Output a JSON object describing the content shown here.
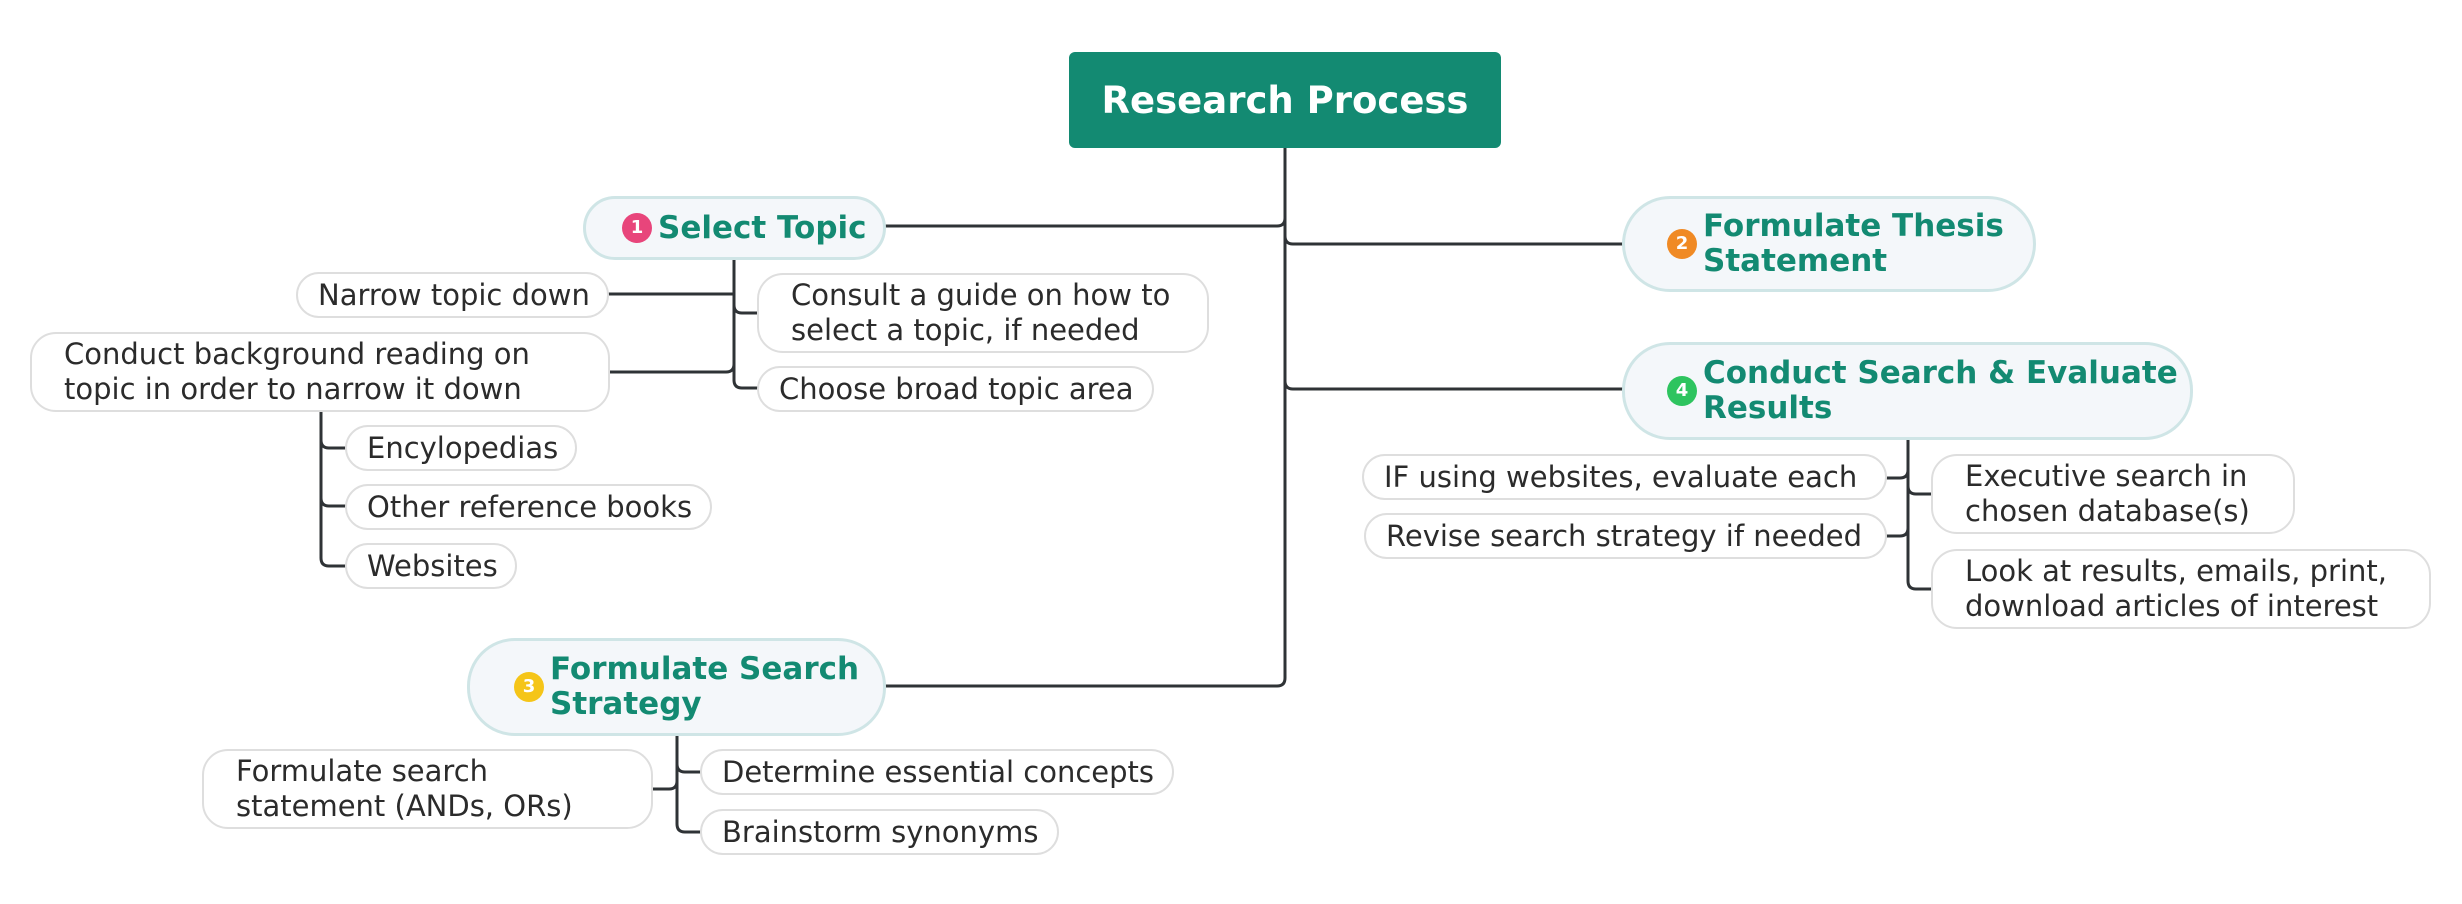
{
  "root": {
    "label": "Research Process"
  },
  "colors": {
    "root_fill": "#138a72",
    "topic_text": "#138a72",
    "badge_1": "#e8457b",
    "badge_2": "#f08a24",
    "badge_3": "#f5c518",
    "badge_4": "#2ec45f"
  },
  "topics": [
    {
      "number": "1",
      "label": "Select Topic",
      "children": [
        {
          "label": "Consult a guide on how to select a topic, if needed",
          "lines": [
            "Consult a guide on how to",
            "select a topic, if needed"
          ]
        },
        {
          "label": "Choose broad topic area"
        },
        {
          "label": "Narrow topic down"
        },
        {
          "label": "Conduct background reading on topic in order to narrow it down",
          "lines": [
            "Conduct background reading on",
            "topic in order to narrow it down"
          ],
          "children": [
            {
              "label": "Encylopedias"
            },
            {
              "label": "Other reference books"
            },
            {
              "label": "Websites"
            }
          ]
        }
      ]
    },
    {
      "number": "2",
      "label": "Formulate Thesis Statement",
      "lines": [
        "Formulate Thesis",
        "Statement"
      ]
    },
    {
      "number": "3",
      "label": "Formulate Search Strategy",
      "lines": [
        "Formulate Search",
        "Strategy"
      ],
      "children": [
        {
          "label": "Determine essential concepts"
        },
        {
          "label": "Brainstorm synonyms"
        },
        {
          "label": "Formulate search statement (ANDs, ORs)",
          "lines": [
            "Formulate search",
            "statement (ANDs, ORs)"
          ]
        }
      ]
    },
    {
      "number": "4",
      "label": "Conduct Search & Evaluate Results",
      "lines": [
        "Conduct Search & Evaluate",
        "Results"
      ],
      "children": [
        {
          "label": "Executive search in chosen database(s)",
          "lines": [
            "Executive search in",
            "chosen database(s)"
          ]
        },
        {
          "label": "Look at results, emails, print, download articles of interest",
          "lines": [
            "Look at results, emails, print,",
            "download articles of interest"
          ]
        },
        {
          "label": "IF using websites, evaluate each"
        },
        {
          "label": "Revise search strategy if needed"
        }
      ]
    }
  ]
}
